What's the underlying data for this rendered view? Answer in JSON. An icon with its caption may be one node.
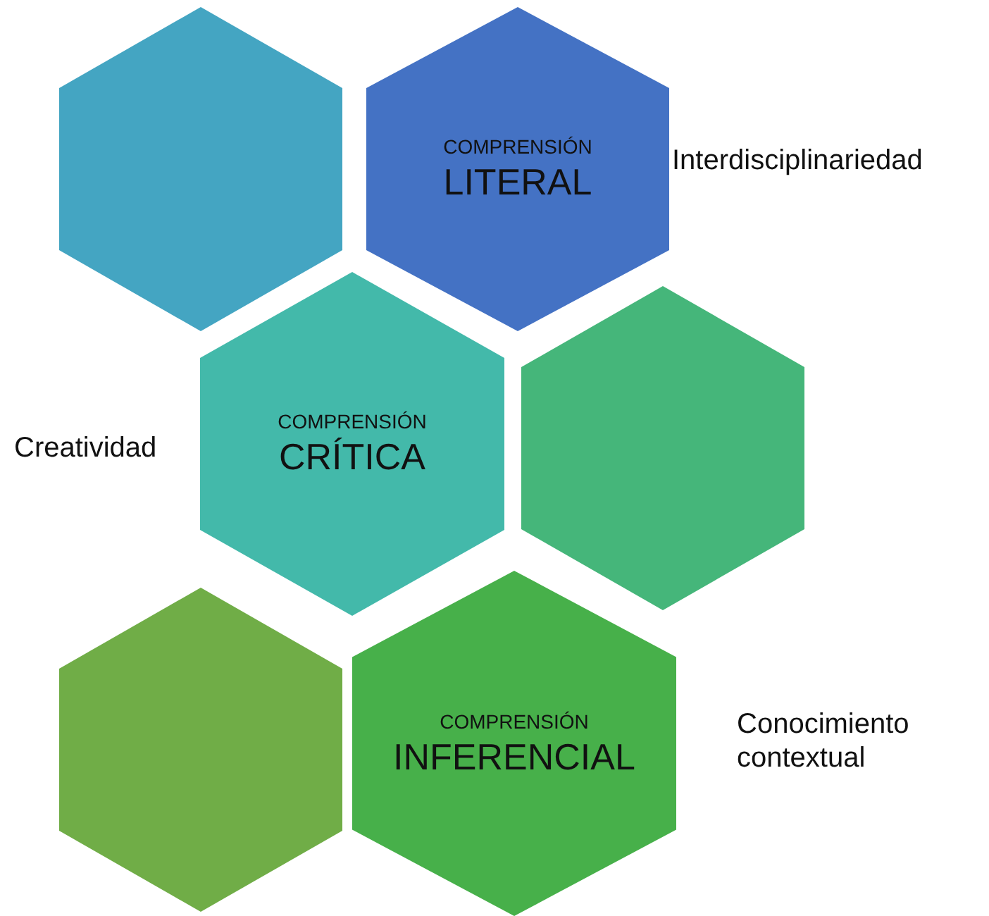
{
  "diagram": {
    "nodes": [
      {
        "text": [],
        "shape": "hexagon"
      },
      {
        "text": [
          "COMPRENSIÓN",
          "LITERAL"
        ]
      },
      {
        "text": [
          "COMPRENSIÓN",
          "CRÍTICA"
        ]
      },
      {
        "text": [],
        "shape": "hexagon"
      },
      {
        "text": [],
        "shape": "hexagon"
      },
      {
        "text": [
          "COMPRENSIÓN",
          "INFERENCIAL"
        ]
      }
    ],
    "edges": [],
    "labels": [
      "Interdisciplinariedad",
      "Creatividad",
      "Conocimiento contextual"
    ]
  }
}
